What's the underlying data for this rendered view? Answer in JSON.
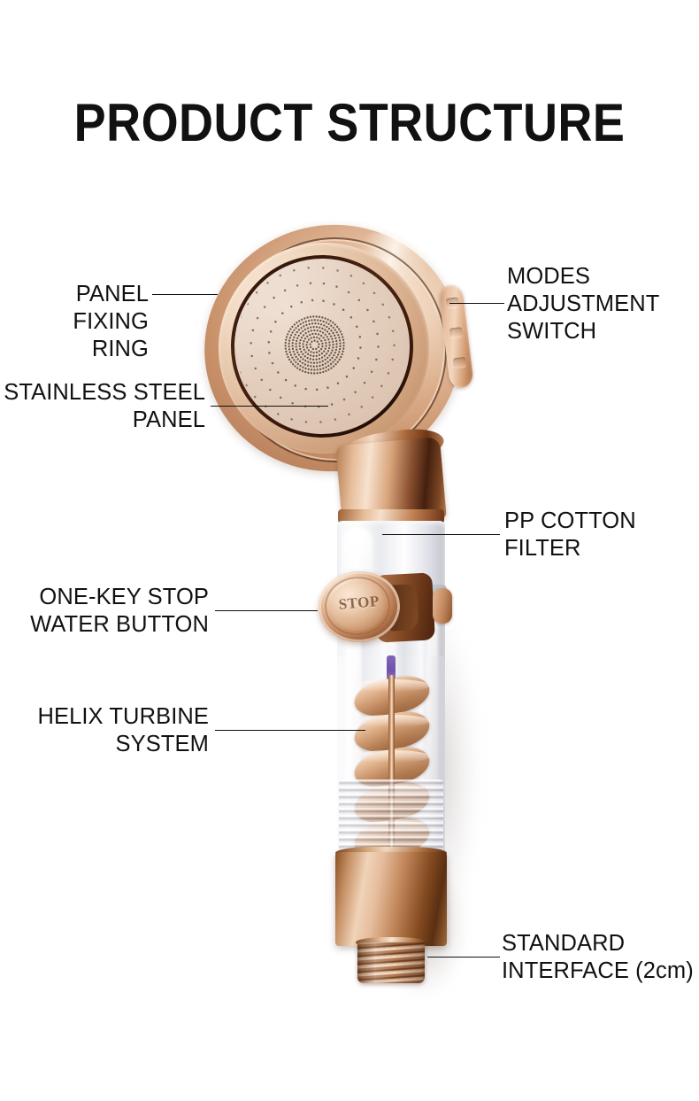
{
  "page": {
    "title": "PRODUCT STRUCTURE",
    "background_color": "#ffffff",
    "text_color": "#111111",
    "accent_color": "#d6a077"
  },
  "callouts": {
    "left": [
      {
        "id": "panel-fixing-ring",
        "label": "PANEL FIXING\nRING",
        "align": "right"
      },
      {
        "id": "stainless-steel-panel",
        "label": "STAINLESS STEEL\nPANEL",
        "align": "right"
      },
      {
        "id": "one-key-stop-water-button",
        "label": "ONE-KEY STOP\nWATER BUTTON",
        "align": "right"
      },
      {
        "id": "helix-turbine-system",
        "label": "HELIX TURBINE\nSYSTEM",
        "align": "right"
      }
    ],
    "right": [
      {
        "id": "modes-adjustment-switch",
        "label": "MODES\nADJUSTMENT\nSWITCH",
        "align": "left"
      },
      {
        "id": "pp-cotton-filter",
        "label": "PP COTTON\nFILTER",
        "align": "left"
      },
      {
        "id": "standard-interface",
        "label": "STANDARD\nINTERFACE (2cm)",
        "align": "left"
      }
    ]
  },
  "product": {
    "name": "handheld-shower-head",
    "finish_color": "#d6a077",
    "panel_color": "#ddc9ba",
    "button_text": "STOP"
  }
}
